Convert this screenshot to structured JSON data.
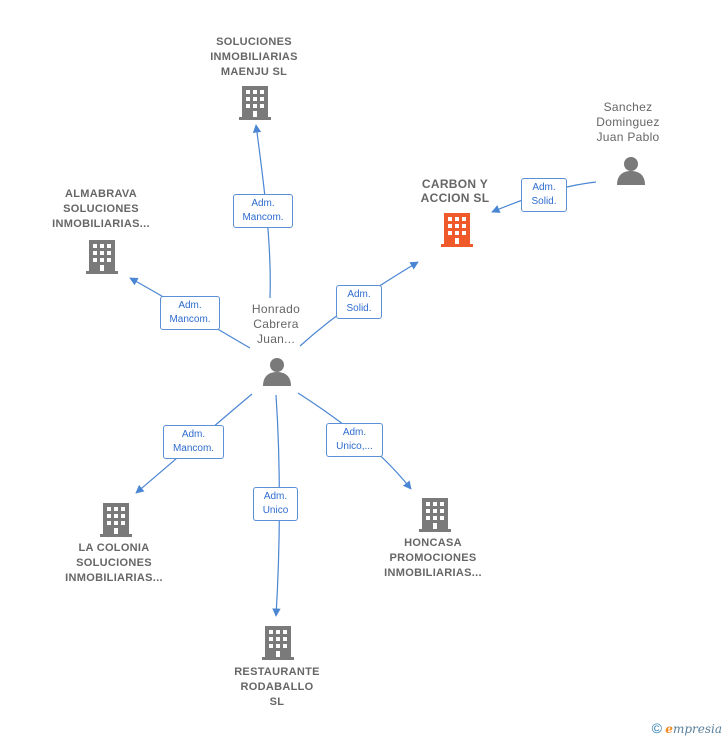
{
  "colors": {
    "edge": "#4a86d4",
    "icon_gray": "#7a7a7a",
    "icon_focus": "#f05a2a",
    "label_border": "#5b8fd6",
    "label_text": "#2e6ccf"
  },
  "nodes": {
    "soluciones_maenju": {
      "lines": [
        "SOLUCIONES",
        "INMOBILIARIAS",
        "MAENJU  SL"
      ],
      "icon": "building-icon"
    },
    "almabrava": {
      "lines": [
        "ALMABRAVA",
        "SOLUCIONES",
        "INMOBILIARIAS..."
      ],
      "icon": "building-icon"
    },
    "carbon_accion": {
      "lines": [
        "CARBON Y",
        "ACCION  SL"
      ],
      "icon": "building-icon"
    },
    "sanchez": {
      "lines": [
        "Sanchez",
        "Dominguez",
        "Juan Pablo"
      ],
      "icon": "person-icon"
    },
    "honrado": {
      "lines": [
        "Honrado",
        "Cabrera",
        "Juan..."
      ],
      "icon": "person-icon"
    },
    "la_colonia": {
      "lines": [
        "LA COLONIA",
        "SOLUCIONES",
        "INMOBILIARIAS..."
      ],
      "icon": "building-icon"
    },
    "honcasa": {
      "lines": [
        "HONCASA",
        "PROMOCIONES",
        "INMOBILIARIAS..."
      ],
      "icon": "building-icon"
    },
    "restaurante": {
      "lines": [
        "RESTAURANTE",
        "RODABALLO",
        "SL"
      ],
      "icon": "building-icon"
    }
  },
  "edges": {
    "maenju": [
      "Adm.",
      "Mancom."
    ],
    "almabrava": [
      "Adm.",
      "Mancom."
    ],
    "carbon": [
      "Adm.",
      "Solid."
    ],
    "sanchez_carbon": [
      "Adm.",
      "Solid."
    ],
    "la_colonia": [
      "Adm.",
      "Mancom."
    ],
    "restaurante": [
      "Adm.",
      "Unico"
    ],
    "honcasa": [
      "Adm.",
      "Unico,..."
    ]
  },
  "watermark": {
    "symbol": "©",
    "brand_initial": "e",
    "brand_rest": "mpresia"
  }
}
